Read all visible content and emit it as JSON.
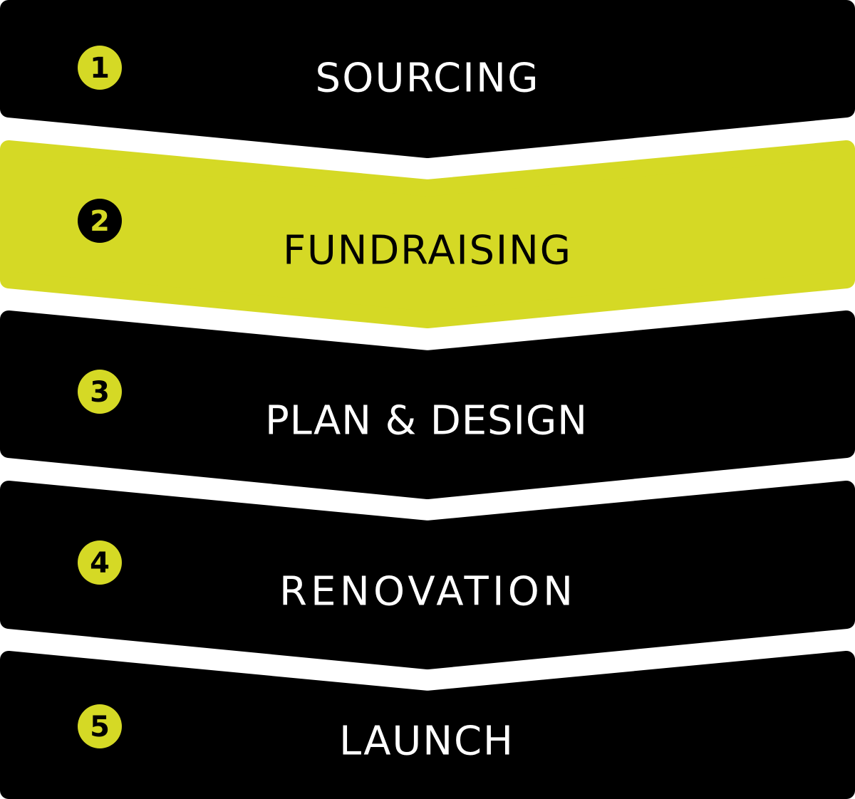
{
  "colors": {
    "dark": "#000000",
    "accent": "#d5d925",
    "text_light": "#ffffff",
    "background": "#ffffff"
  },
  "active_step": 2,
  "steps": [
    {
      "number": "1",
      "label": "SOURCING"
    },
    {
      "number": "2",
      "label": "FUNDRAISING"
    },
    {
      "number": "3",
      "label": "PLAN & DESIGN"
    },
    {
      "number": "4",
      "label": "RENOVATION"
    },
    {
      "number": "5",
      "label": "LAUNCH"
    }
  ]
}
